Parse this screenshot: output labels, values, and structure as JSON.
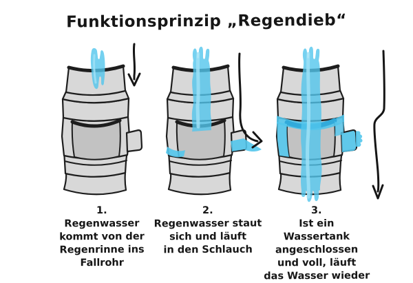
{
  "title": "Funktionsprinzip „Regendieb“",
  "steps": [
    {
      "number": "1.",
      "caption": "Regenwasser\nkommt von der\nRegenrinne ins\nFallrohr"
    },
    {
      "number": "2.",
      "caption": "Regenwasser staut\nsich und läuft\nin den Schlauch"
    },
    {
      "number": "3.",
      "caption": "Ist ein\nWassertank\nangeschlossen\nund voll, läuft\ndas Wasser wieder"
    }
  ],
  "icons": {
    "arrow1": "straight-down-arrow-icon",
    "arrow2": "curve-right-arrow-icon",
    "arrow3": "long-down-arrow-icon"
  },
  "colors": {
    "outline": "#1d1d1d",
    "pipe_light": "#d8d8d8",
    "pipe_inner": "#c2c2c2",
    "water": "#53c6ec",
    "water_light": "#9fe0f6",
    "water_deep": "#2fa9da"
  }
}
